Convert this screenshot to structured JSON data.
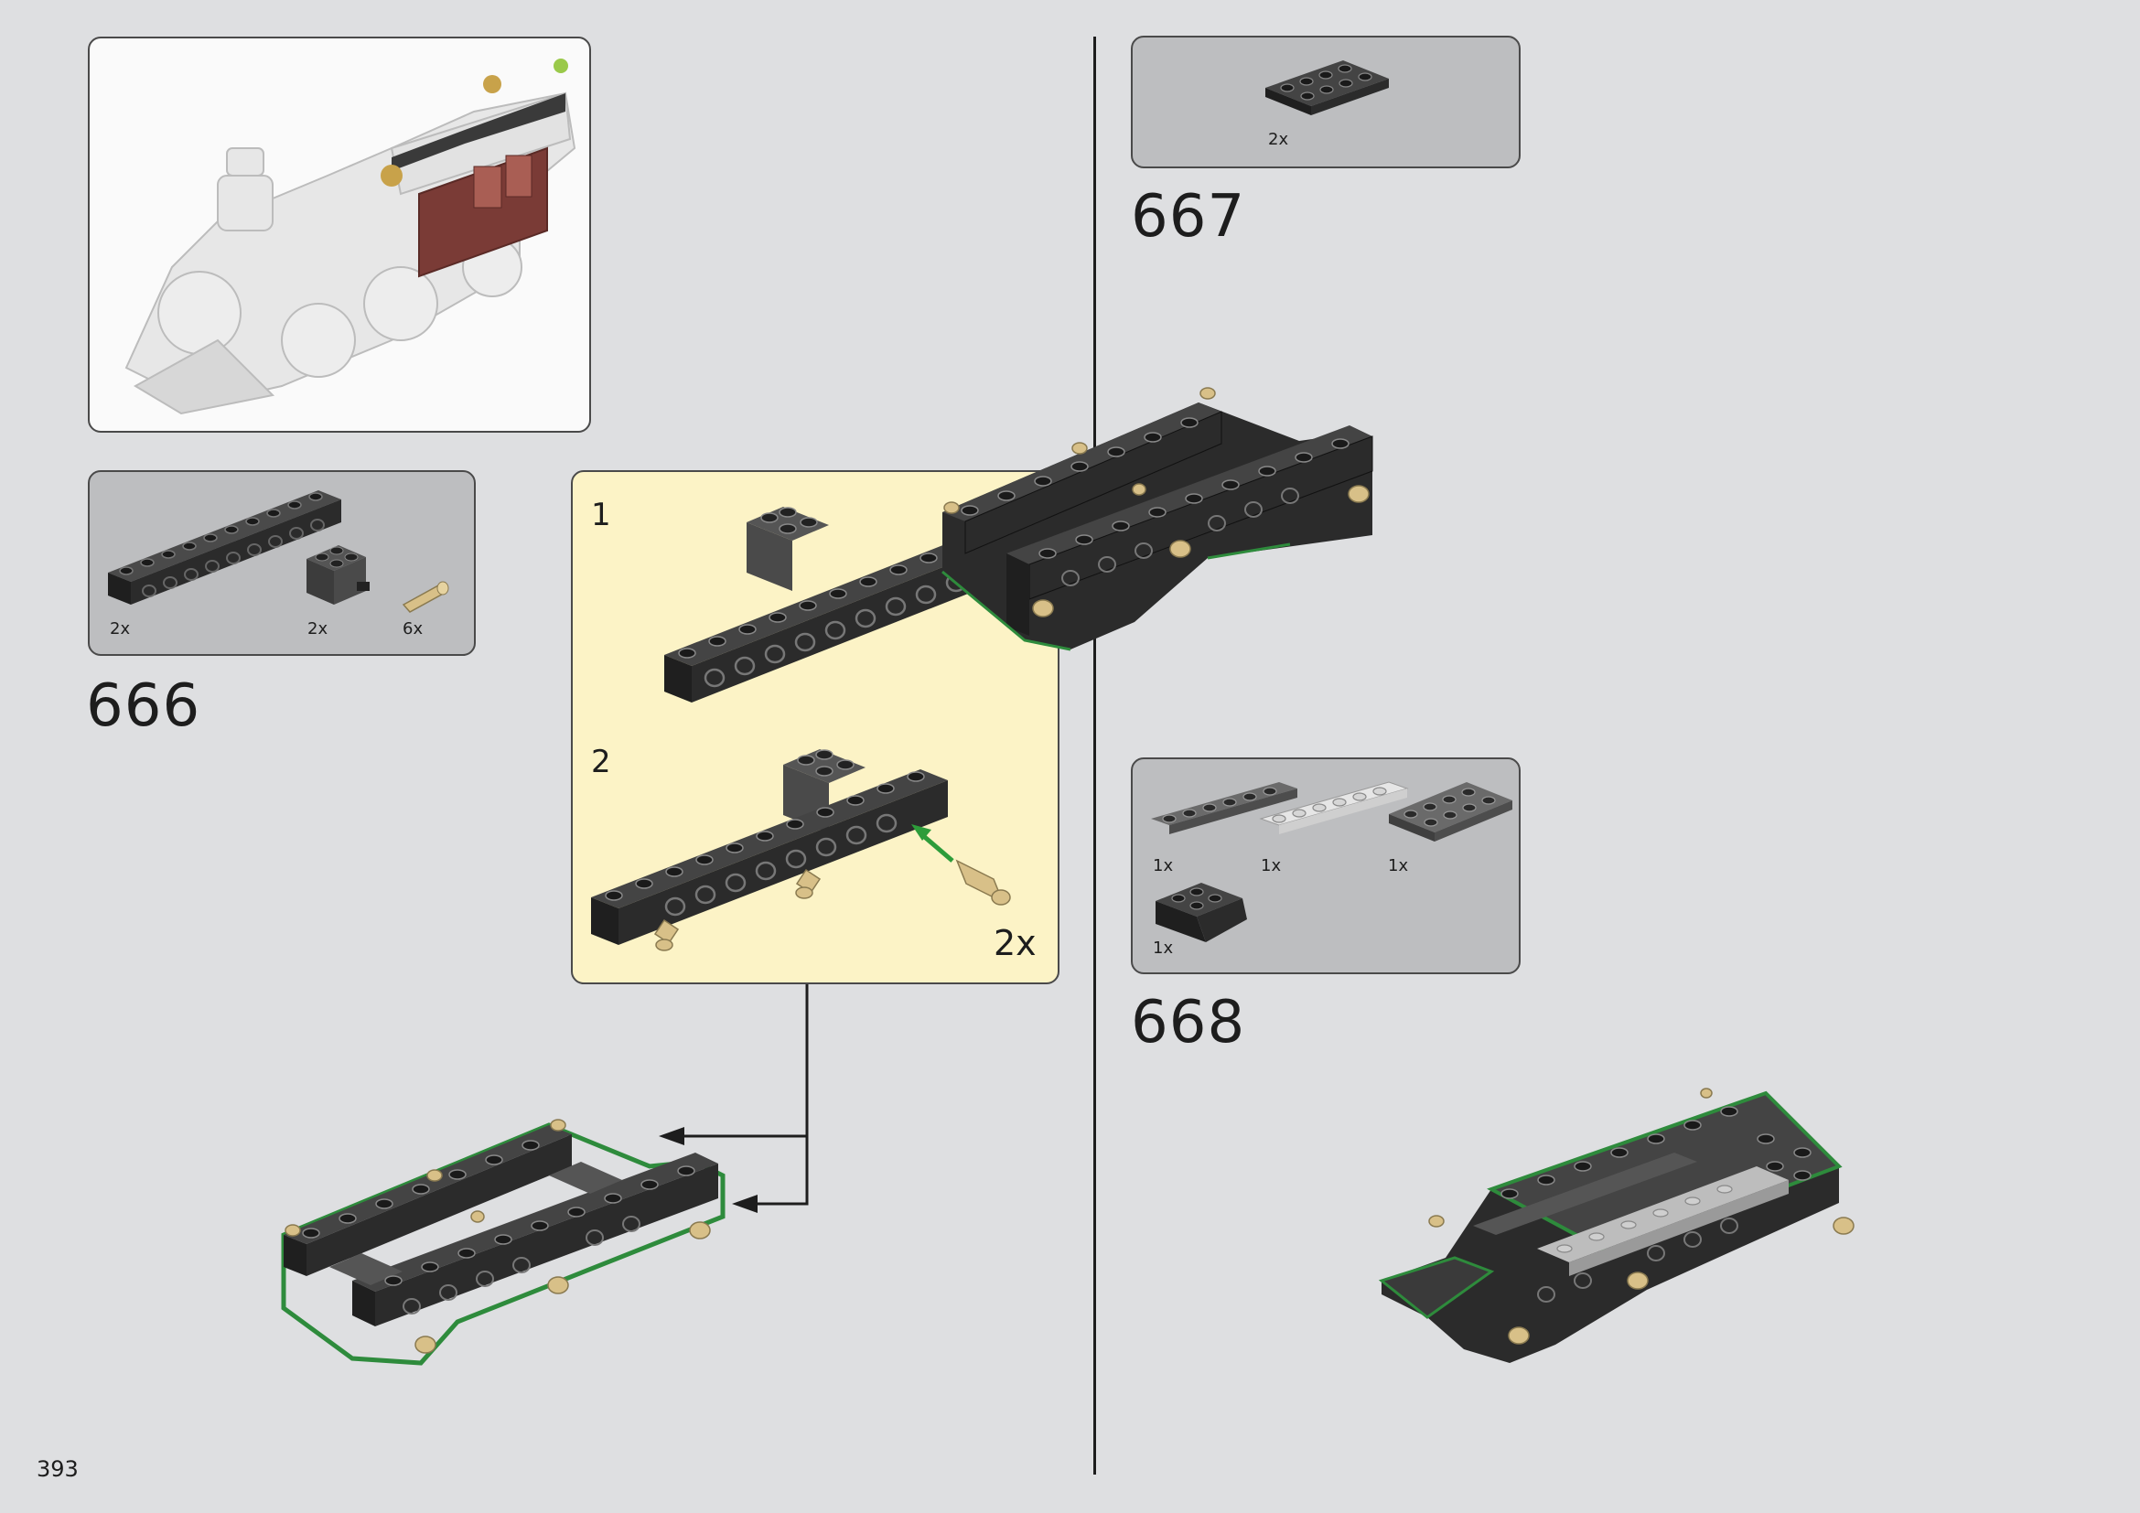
{
  "page": {
    "number": "393"
  },
  "steps": [
    {
      "number": "666",
      "parts": [
        {
          "name": "technic-brick-1x10",
          "qty": "2x"
        },
        {
          "name": "brick-2x2-with-pin",
          "qty": "2x"
        },
        {
          "name": "technic-pin-tan",
          "qty": "6x"
        }
      ],
      "subassembly": {
        "steps": [
          {
            "number": "1"
          },
          {
            "number": "2"
          }
        ],
        "multiplier": "2x"
      }
    },
    {
      "number": "667",
      "parts": [
        {
          "name": "plate-2x4-black",
          "qty": "2x"
        }
      ]
    },
    {
      "number": "668",
      "parts": [
        {
          "name": "plate-1x6-dark-grey",
          "qty": "1x"
        },
        {
          "name": "plate-1x6-light-grey",
          "qty": "1x"
        },
        {
          "name": "plate-2x4-dark-grey",
          "qty": "1x"
        },
        {
          "name": "slope-wedge-black",
          "qty": "1x"
        }
      ]
    }
  ],
  "colors": {
    "background": "#dedfe1",
    "parts_box": "#bdbec0",
    "subassembly_box": "#fcf3c6",
    "brick_black": "#2b2b2b",
    "pin_tan": "#d8c088",
    "highlight_green": "#2e8b3c",
    "arrow_green": "#2d9c3a"
  }
}
